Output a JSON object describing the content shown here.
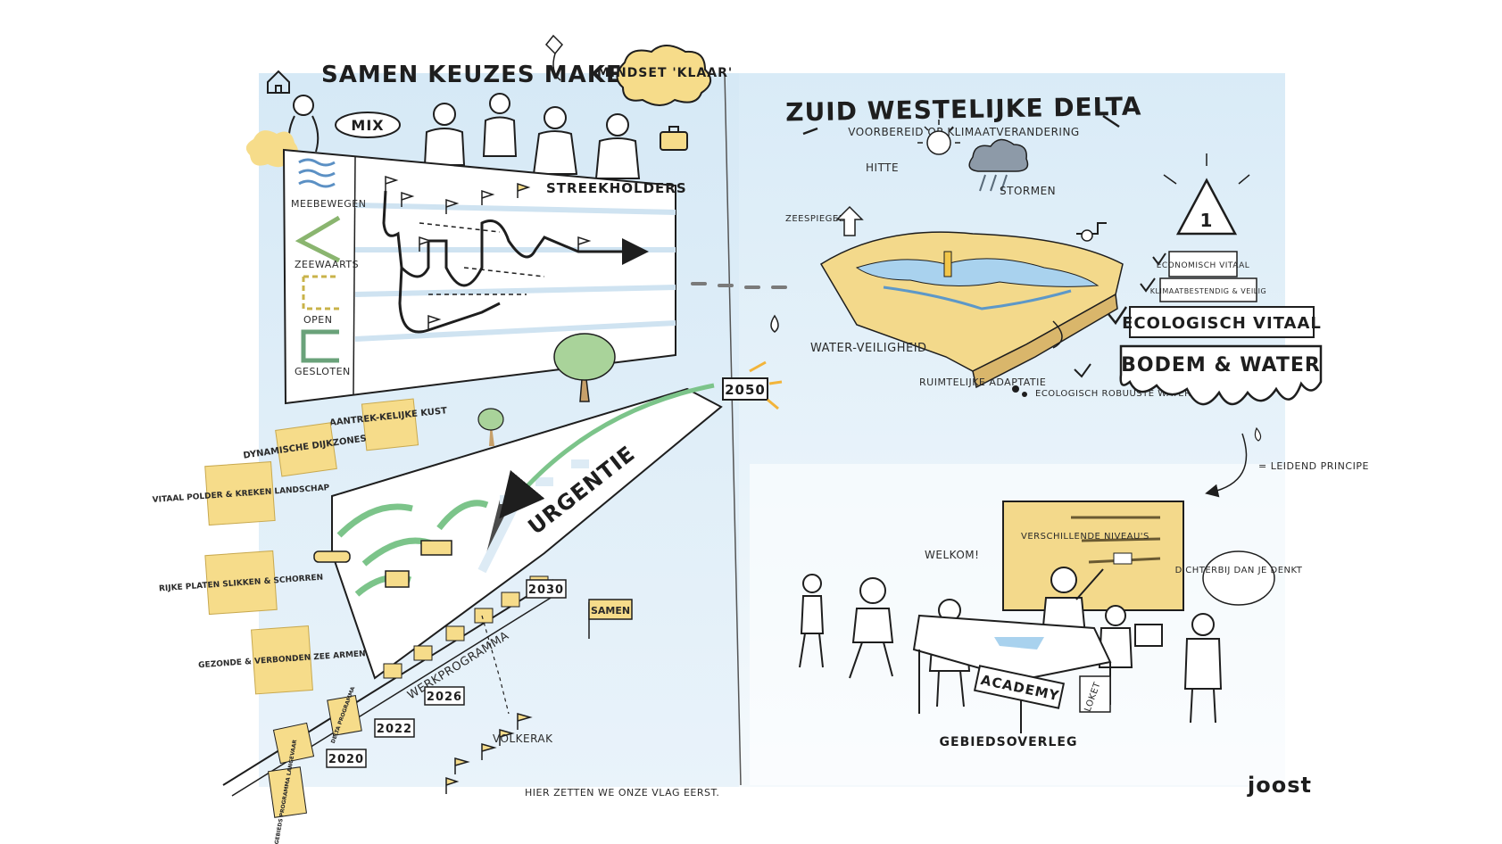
{
  "colors": {
    "sky": "#dcecf7",
    "sky_light": "#eef6fb",
    "sticky": "#f6dc8a",
    "sand": "#f3d98b",
    "green_arrow": "#7cc48a",
    "ink": "#1e1e1e",
    "water": "#a9d2ee"
  },
  "left": {
    "title": "SAMEN KEUZES MAKEN",
    "mindset": "MINDSET 'KLAAR'",
    "mix": "MIX",
    "streekholders": "STREEKHOLDERS",
    "strategies": [
      "MEEBEWEGEN",
      "ZEEWAARTS",
      "OPEN",
      "GESLOTEN"
    ],
    "stickies": [
      "AANTREK-KELIJKE KUST",
      "DYNAMISCHE DIJKZONES",
      "VITAAL POLDER & KREKEN LANDSCHAP",
      "RIJKE PLATEN SLIKKEN & SCHORREN",
      "GEZONDE & VERBONDEN ZEE ARMEN",
      "SAMEN"
    ],
    "urgentie": "URGENTIE",
    "werkprogramma": "WERKPROGRAMMA",
    "years": [
      "2050",
      "2030",
      "2026",
      "2022",
      "2020"
    ],
    "delta_programma": "DELTA PROGRAMMA",
    "gebiedsprogramma": "GEBIEDS PROGRAMMA LANGEVAAR",
    "volkerak": "VOLKERAK",
    "flag_note": "HIER ZETTEN WE ONZE VLAG EERST."
  },
  "right": {
    "title": "ZUID WESTELIJKE DELTA",
    "subtitle": "VOORBEREID OP KLIMAATVERANDERING",
    "hitte": "HITTE",
    "stormen": "STORMEN",
    "zeespiegel": "ZEESPIEGEL",
    "waterveiligheid": "WATER-VEILIGHEID",
    "ruimtelijke": "RUIMTELIJKE ADAPTATIE",
    "ecologisch_robuuste": "ECOLOGISCH ROBUUSTE WATEREN",
    "triangle_number": "1",
    "checklist": [
      "ECONOMISCH VITAAL",
      "KLIMAATBESTENDIG & VEILIG",
      "ECOLOGISCH VITAAL"
    ],
    "bodem": "BODEM & WATER",
    "leidend": "= LEIDEND PRINCIPE",
    "verschillende": "VERSCHILLENDE NIVEAU'S",
    "welkom": "WELKOM!",
    "dichterbij": "DICHTERBIJ DAN JE DENKT",
    "academy": "ACADEMY",
    "loket": "LOKET",
    "gebiedsoverleg": "GEBIEDSOVERLEG"
  },
  "signature": "joost"
}
